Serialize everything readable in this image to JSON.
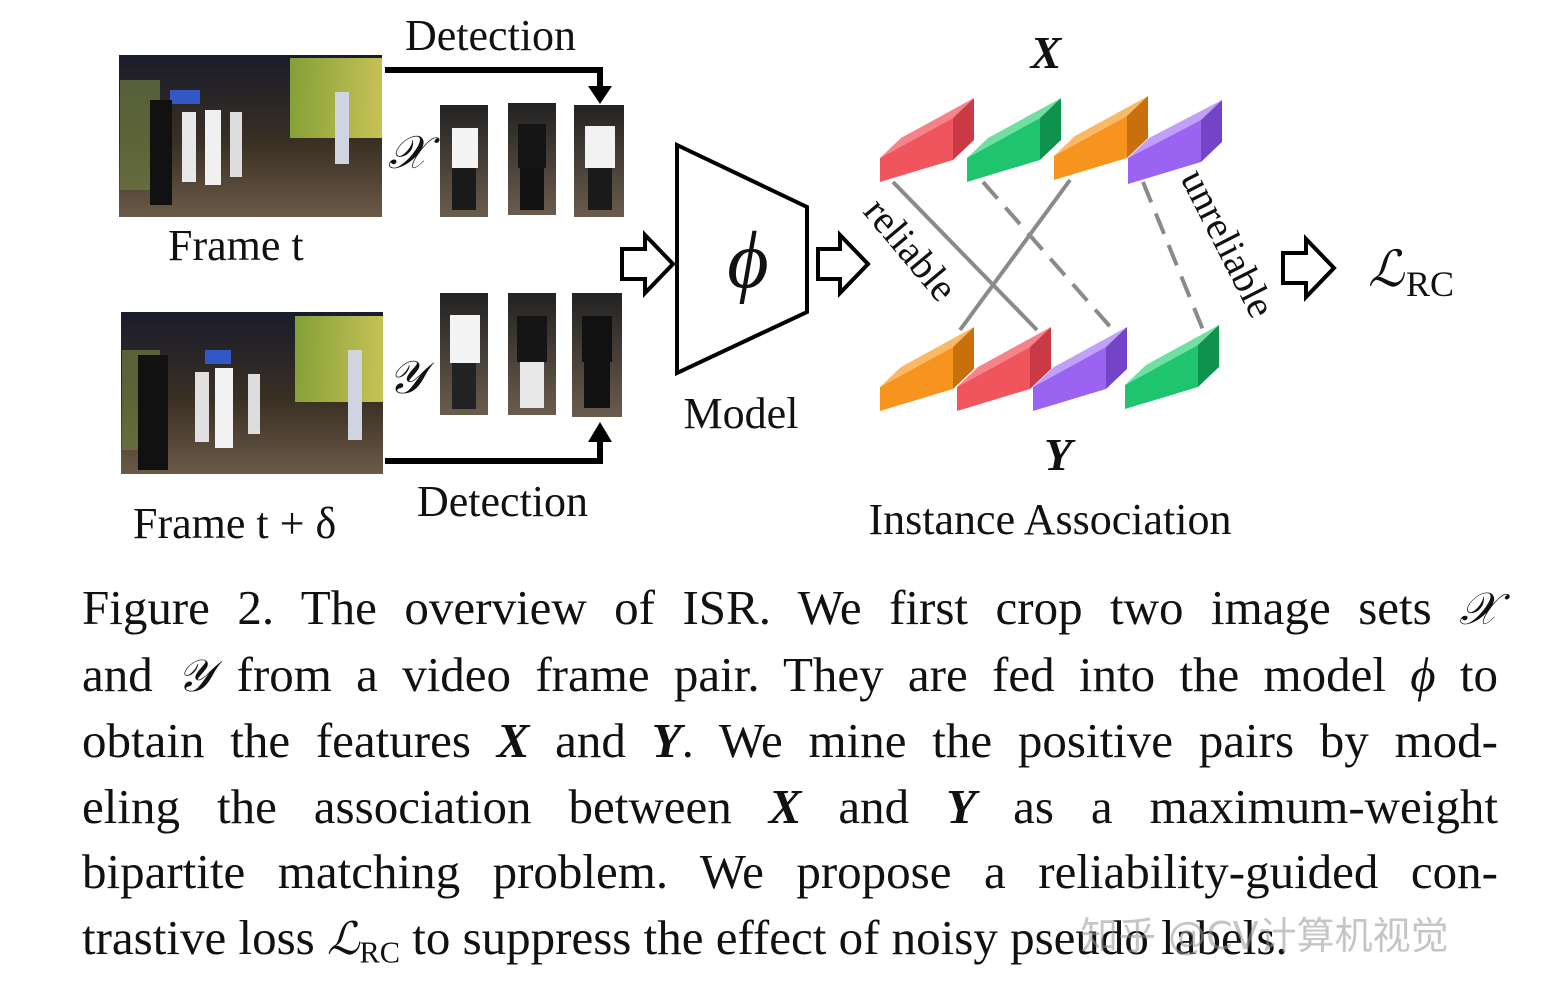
{
  "figure": {
    "frame_top_label": "Frame t",
    "frame_bottom_label": "Frame t + δ",
    "detection_top": "Detection",
    "detection_bottom": "Detection",
    "set_x_symbol": "𝒳",
    "set_y_symbol": "𝒴",
    "model_symbol": "ϕ",
    "model_label": "Model",
    "feature_x_label": "X",
    "feature_y_label": "Y",
    "reliable_label": "reliable",
    "unreliable_label": "unreliable",
    "loss_symbol": "ℒ",
    "loss_subscript": "RC",
    "association_label": "Instance Association",
    "colors": {
      "red": "#f0545c",
      "green": "#1ec46e",
      "orange": "#f7941d",
      "purple": "#9a63f2",
      "line": "#8a8a8a"
    }
  },
  "caption": {
    "l1_a": "Figure 2. The overview of ISR. We first crop two image sets ",
    "l1_sym": "𝒳",
    "l2_a": "and ",
    "l2_sym": "𝒴",
    "l2_b": " from a video frame pair. They are fed into the model ",
    "l2_phi": "ϕ",
    "l2_c": " to",
    "l3_a": "obtain the features ",
    "l3_x": "X",
    "l3_b": " and ",
    "l3_y": "Y",
    "l3_c": ". We mine the positive pairs by mod-",
    "l4_a": "eling the association between ",
    "l4_x": "X",
    "l4_b": " and ",
    "l4_y": "Y",
    "l4_c": " as a maximum-weight",
    "l5": "bipartite matching problem. We propose a reliability-guided con-",
    "l6_a": "trastive loss ",
    "l6_L": "ℒ",
    "l6_sub": "RC",
    "l6_b": " to suppress the effect of noisy pseudo labels."
  },
  "watermark": "知乎 @CV计算机视觉"
}
